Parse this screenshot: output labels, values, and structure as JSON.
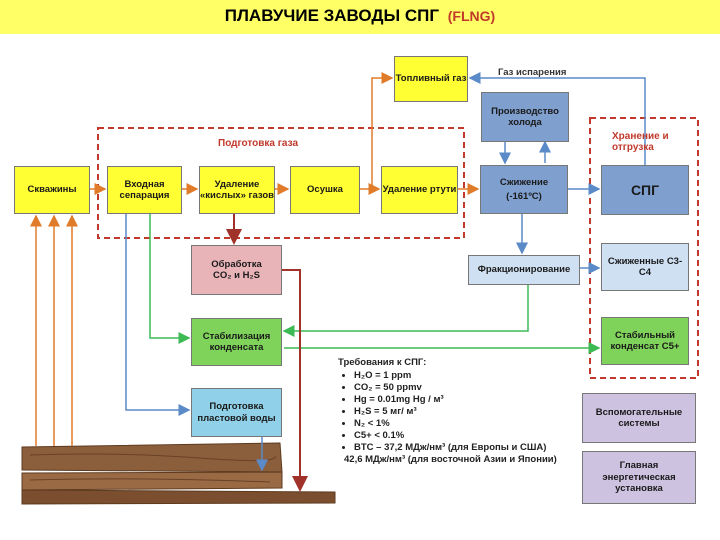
{
  "title": {
    "main": "ПЛАВУЧИЕ ЗАВОДЫ СПГ",
    "accent": "(FLNG)"
  },
  "regions": {
    "gas_prep": "Подготовка газа",
    "storage": "Хранение и отгрузка"
  },
  "edges": {
    "boiloff": "Газ испарения"
  },
  "boxes": {
    "wells": "Скважины",
    "inlet_separation": "Входная сепарация",
    "acid_gas_removal": "Удаление «кислых» газов",
    "drying": "Осушка",
    "mercury_removal": "Удаление ртути",
    "fuel_gas": "Топливный газ",
    "refrigeration": "Производство холода",
    "liquefaction_line1": "Сжижение",
    "liquefaction_line2": "(-161ºC)",
    "lng": "СПГ",
    "co2_h2s_line1": "Обработка",
    "co2_h2s_line2": "CO₂ и H₂S",
    "condensate_stabilization": "Стабилизация конденсата",
    "fractionation": "Фракционирование",
    "c3c4": "Сжиженные С3-С4",
    "c5plus": "Стабильный конденсат С5+",
    "water_treatment": "Подготовка пластовой воды",
    "auxiliary": "Вспомогательные системы",
    "power": "Главная энергетическая установка"
  },
  "requirements": {
    "title": "Требования к СПГ:",
    "items": [
      "H₂O = 1 ppm",
      "CO₂ = 50 ppmv",
      "Hg = 0.01mg Hg / м³",
      "H₂S = 5 мг/ м³",
      "N₂ < 1%",
      "C5+ < 0.1%",
      "BTC – 37,2 МДж/нм³ (для Европы и США)"
    ],
    "continuation": "42,6 МДж/нм³ (для восточной Азии и Японии)"
  },
  "colors": {
    "title_bg": "#ffff66",
    "dashed_region": "#c0392b",
    "arrow_orange": "#e07b2a",
    "arrow_blue": "#5a8ac8",
    "arrow_green": "#3cba54",
    "arrow_red": "#a0322a",
    "wood": "#8b5e3c"
  }
}
